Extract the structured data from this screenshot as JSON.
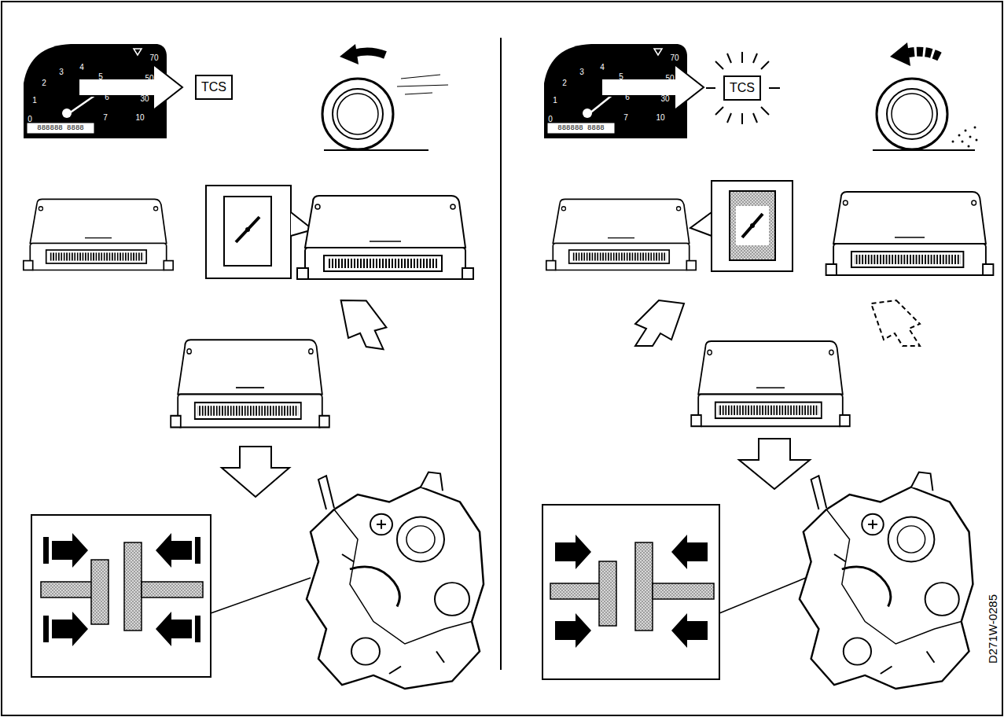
{
  "diagram": {
    "nodes": [
      {
        "text": [
          "TCS"
        ]
      },
      {
        "text": [
          "TCS"
        ]
      }
    ],
    "labels": [
      "0",
      "1",
      "2",
      "3",
      "4",
      "5",
      "6",
      "7",
      "70",
      "50",
      "30",
      "10",
      "888888 8888",
      "0",
      "1",
      "2",
      "3",
      "4",
      "5",
      "6",
      "7",
      "70",
      "50",
      "30",
      "10",
      "888888 8888",
      "D271W-0285"
    ]
  }
}
